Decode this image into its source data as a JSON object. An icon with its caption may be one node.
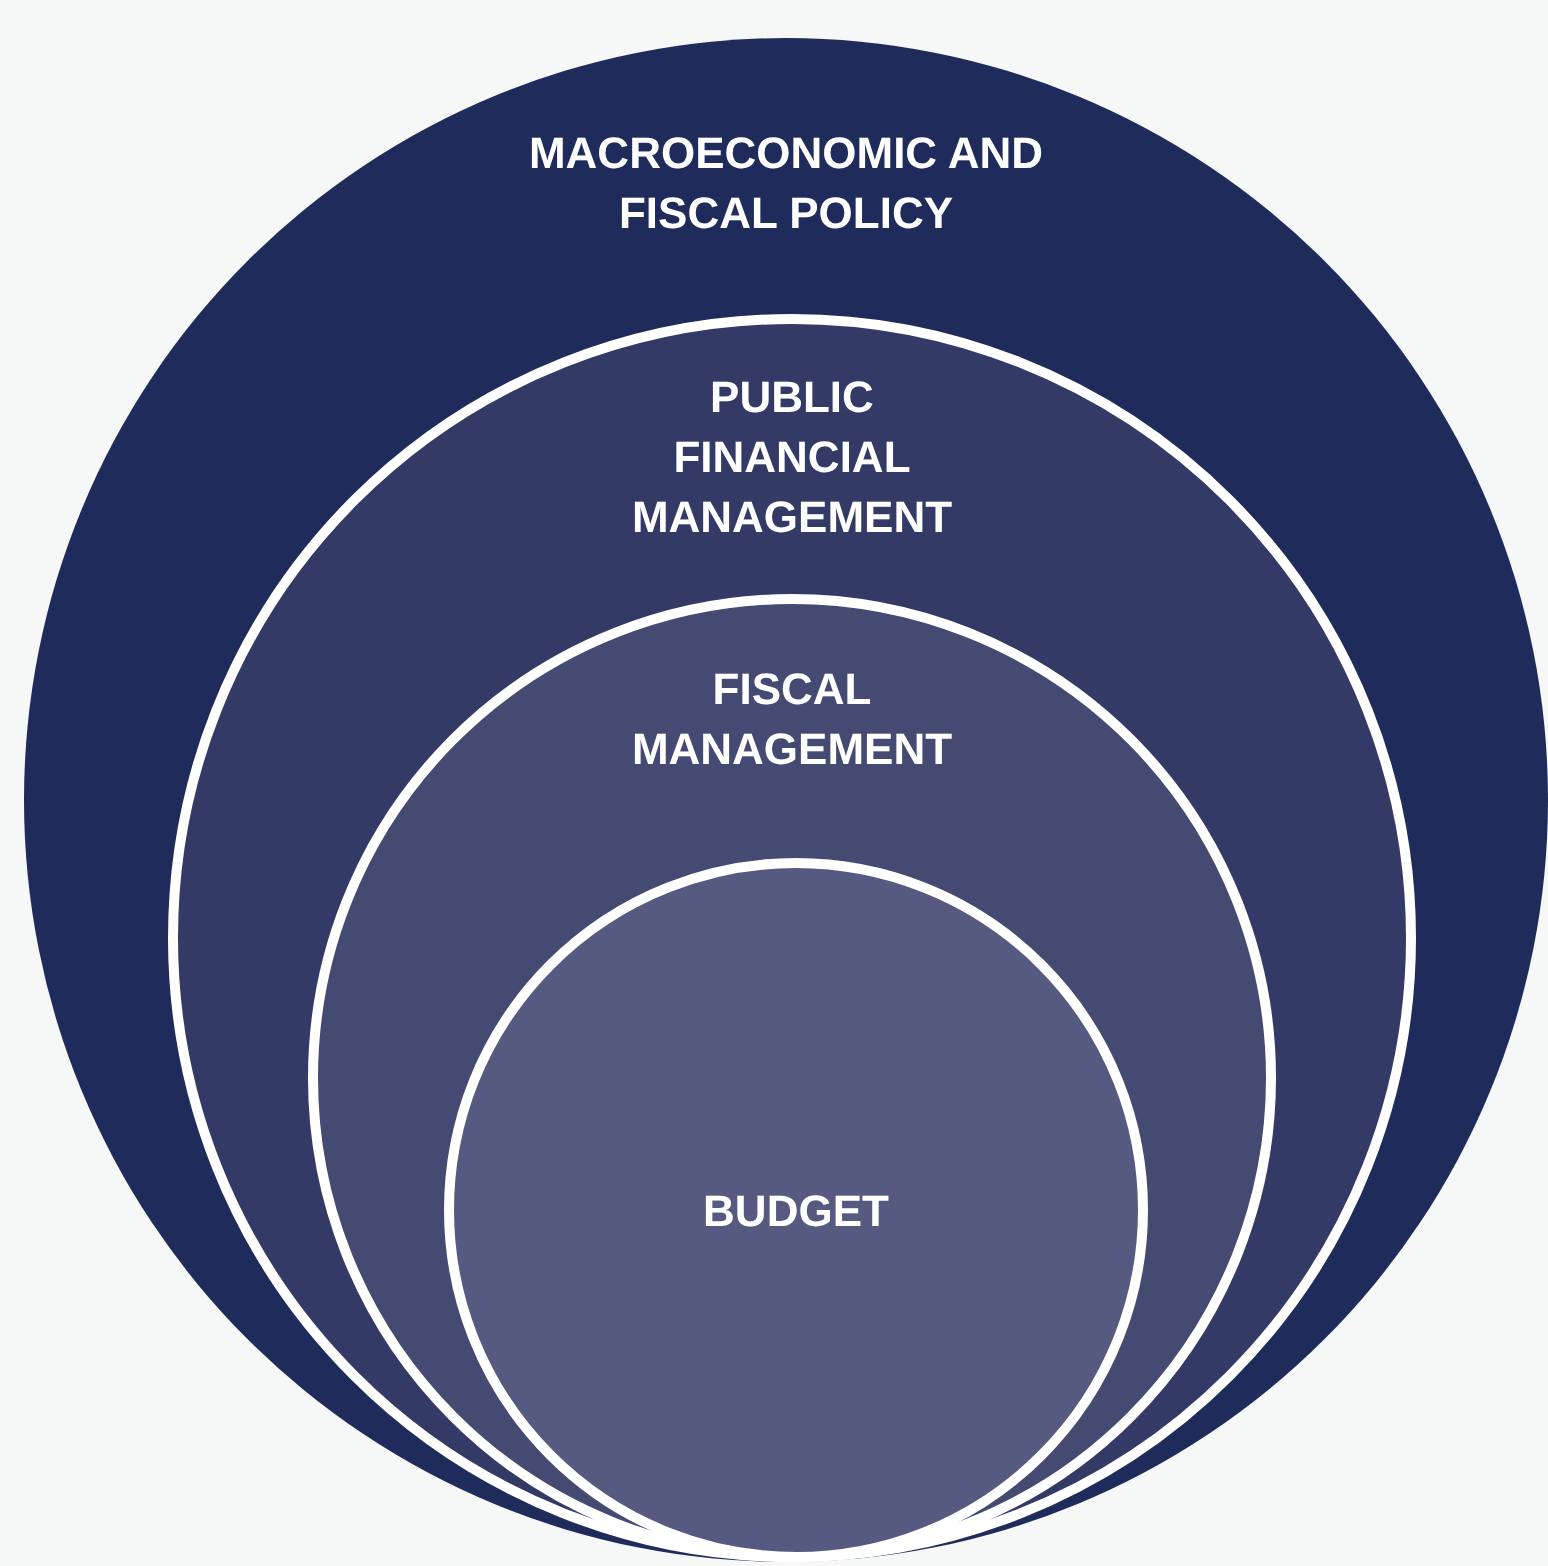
{
  "diagram": {
    "nodes": [
      {
        "text": [
          "MACROECONOMIC AND FISCAL POLICY"
        ]
      },
      {
        "text": [
          "PUBLIC FINANCIAL MANAGEMENT"
        ],
        "in": 0
      },
      {
        "text": [
          "FISCAL MANAGEMENT"
        ],
        "in": 1
      },
      {
        "text": [
          "BUDGET"
        ],
        "in": 2
      }
    ]
  }
}
